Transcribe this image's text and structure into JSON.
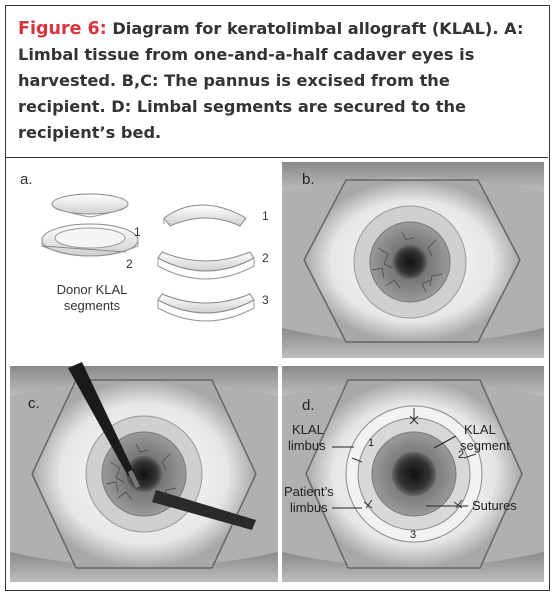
{
  "figure": {
    "label": "Figure 6:",
    "caption": " Diagram for keratolimbal allograft (KLAL). A: Limbal tissue from one-and-a-half cadaver eyes is harvested. B,C: The pannus is excised from the recipient. D: Limbal segments are secured to the recipient’s bed."
  },
  "panel_a": {
    "letter": "a.",
    "left_num_1": "1",
    "left_num_2": "2",
    "right_num_1": "1",
    "right_num_2": "2",
    "right_num_3": "3",
    "label_line1": "Donor KLAL",
    "label_line2": "segments"
  },
  "panel_b": {
    "letter": "b."
  },
  "panel_c": {
    "letter": "c."
  },
  "panel_d": {
    "letter": "d.",
    "klal_limbus_1": "KLAL",
    "klal_limbus_2": "limbus",
    "patients_limbus_1": "Patient’s",
    "patients_limbus_2": "limbus",
    "klal_segment_1": "KLAL",
    "klal_segment_2": "segment",
    "sutures": "Sutures",
    "seg_1": "1",
    "seg_2": "2",
    "seg_3": "3"
  }
}
